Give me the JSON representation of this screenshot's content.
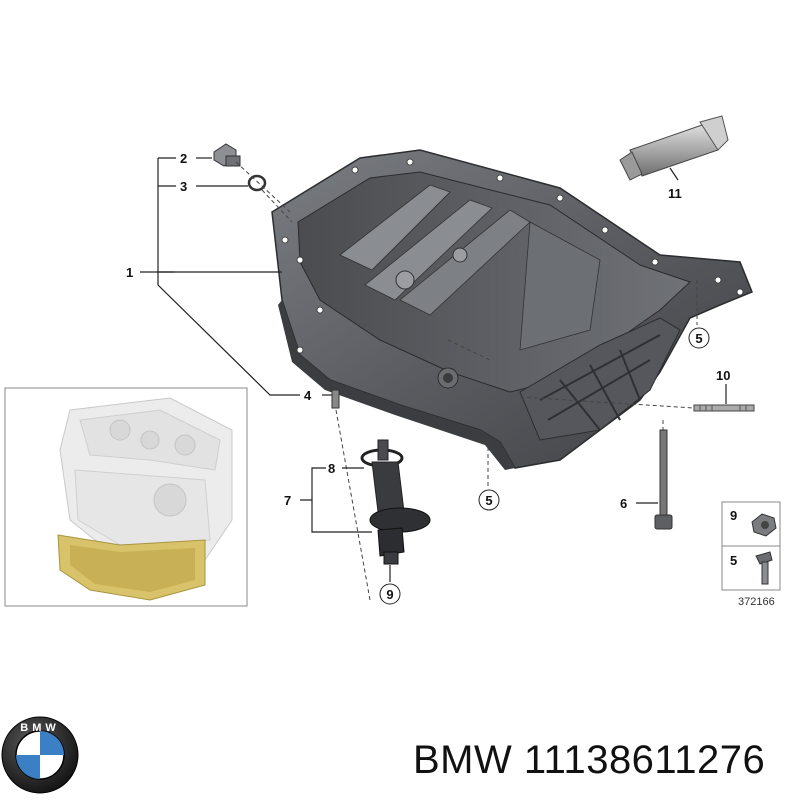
{
  "callouts": {
    "c1": "1",
    "c2": "2",
    "c3": "3",
    "c4": "4",
    "c5a": "5",
    "c5b": "5",
    "c6": "6",
    "c7": "7",
    "c8": "8",
    "c9": "9",
    "c10": "10",
    "c11": "11",
    "key_9": "9",
    "key_5": "5"
  },
  "diagram_number": "372166",
  "brand": {
    "name": "BMW",
    "part_number": "11138611276",
    "logo_letters": "BMW"
  },
  "colors": {
    "pan": "#5e6064",
    "pan_dark": "#3f4145",
    "pan_light": "#8b8e93",
    "engine_highlight": "#d9c36a",
    "logo_blue": "#3b7fc4"
  }
}
